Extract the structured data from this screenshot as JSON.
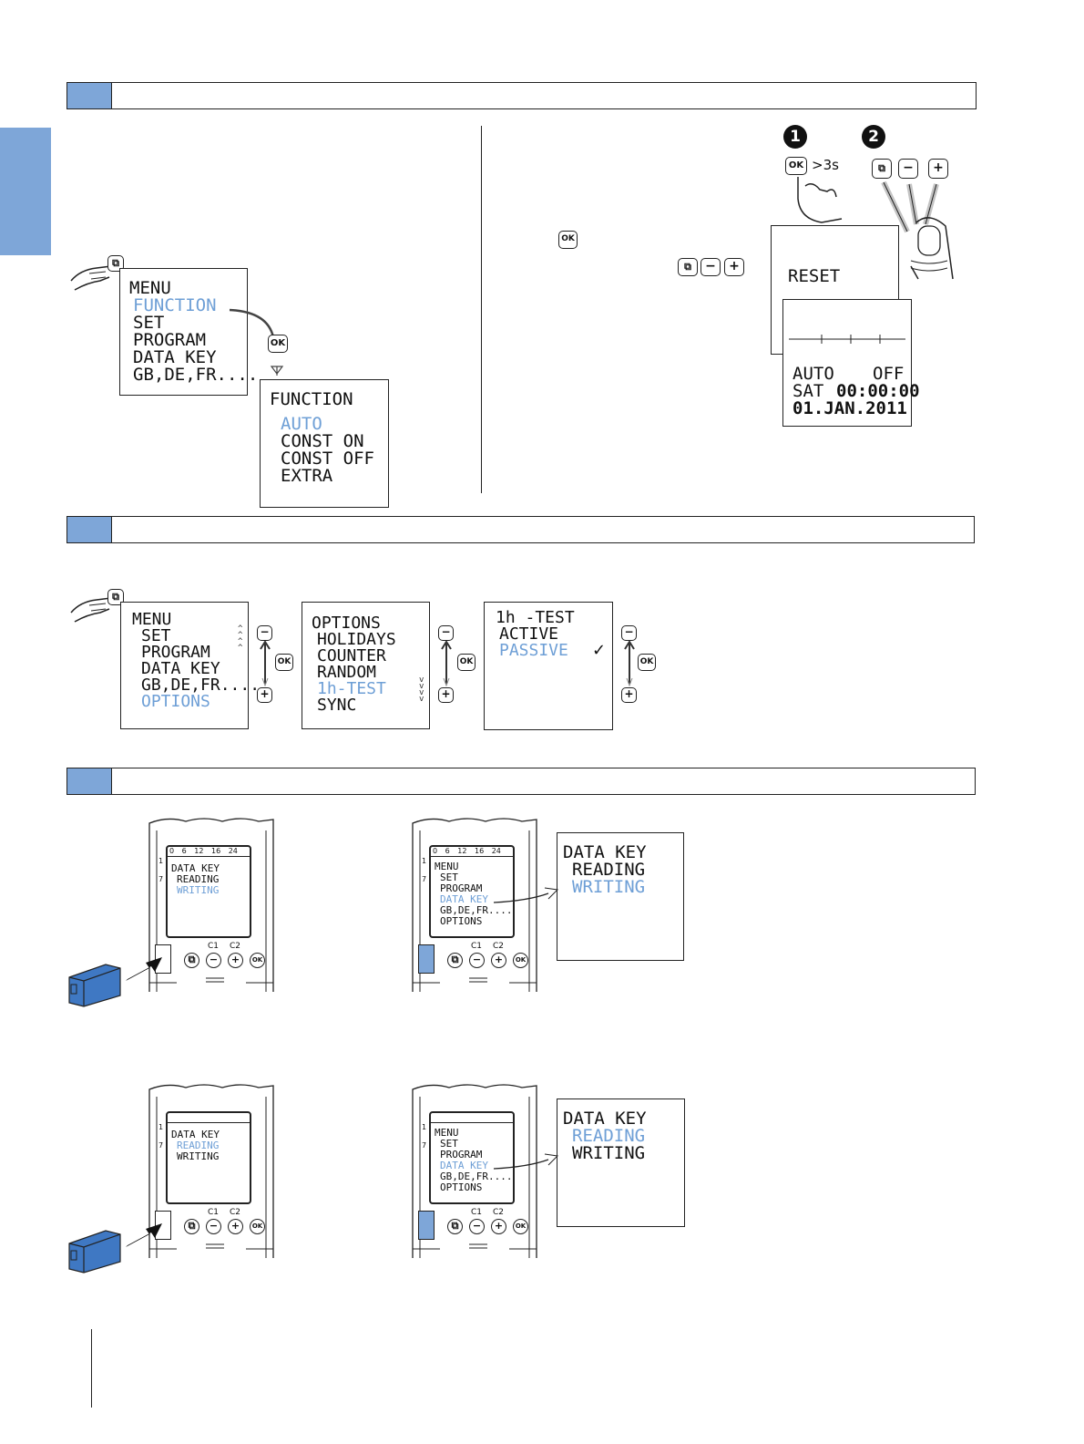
{
  "lcd": {
    "menu1": [
      "MENU",
      "FUNCTION",
      "SET",
      "PROGRAM",
      "DATA KEY",
      "GB,DE,FR...."
    ],
    "function": [
      "FUNCTION",
      "AUTO",
      "CONST ON",
      "CONST OFF",
      "EXTRA"
    ],
    "reset": "RESET",
    "auto_screen": {
      "mode": "AUTO",
      "state": "OFF",
      "day": "SAT",
      "time": "00:00:00",
      "date": "01.JAN.2011"
    },
    "menu2": [
      "MENU",
      "SET",
      "PROGRAM",
      "DATA KEY",
      "GB,DE,FR....",
      "OPTIONS"
    ],
    "options": [
      "OPTIONS",
      "HOLIDAYS",
      "COUNTER",
      "RANDOM",
      "1h-TEST",
      "SYNC"
    ],
    "test": [
      "1h -TEST",
      "ACTIVE",
      "PASSIVE"
    ],
    "check": "✓",
    "datakey_big": [
      "DATA KEY",
      "READING",
      "WRITING"
    ],
    "device_menu": [
      "MENU",
      "SET",
      "PROGRAM",
      "DATA KEY",
      "GB,DE,FR....",
      "OPTIONS"
    ],
    "device_datakey": [
      "DATA KEY",
      "READING",
      "WRITING"
    ],
    "scale_ticks": [
      "0",
      "6",
      "12",
      "16",
      "24"
    ],
    "day_scale": [
      "1",
      "7"
    ]
  },
  "keys": {
    "ok": "OK",
    "minus": "−",
    "plus": "+",
    "c1": "C1",
    "c2": "C2",
    "hold": ">3s"
  },
  "steps": [
    "1",
    "2"
  ],
  "colors": {
    "accent": "#7ea6d8",
    "highlight": "#6e9fd6"
  }
}
